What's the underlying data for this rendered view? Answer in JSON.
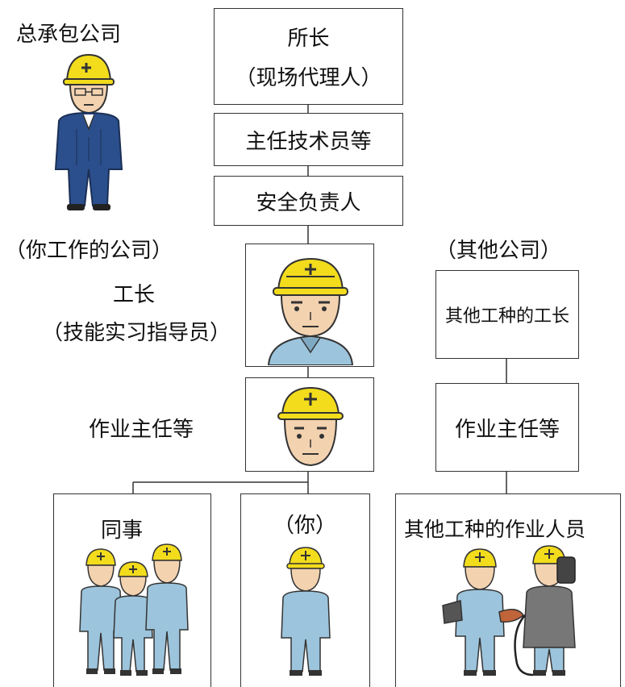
{
  "general_contractor": {
    "label": "总承包公司"
  },
  "chain": {
    "director": {
      "title": "所长",
      "subtitle": "（现场代理人）"
    },
    "chief_engineer": {
      "label": "主任技术员等"
    },
    "safety_officer": {
      "label": "安全负责人"
    }
  },
  "your_company": {
    "label": "（你工作的公司）",
    "foreman": {
      "title": "工长",
      "subtitle": "（技能实习指导员）"
    },
    "supervisor": {
      "label": "作业主任等"
    },
    "coworkers": {
      "label": "同事"
    },
    "you": {
      "label": "（你）"
    }
  },
  "other_company": {
    "label": "（其他公司）",
    "foreman": {
      "label": "其他工种的工长"
    },
    "supervisor": {
      "label": "作业主任等"
    },
    "workers": {
      "label": "其他工种的作业人员"
    }
  },
  "colors": {
    "helmet": "#f2dc1c",
    "uniform": "#9cc4dc",
    "suit": "#2b4f8c",
    "skin": "#f3d2b0",
    "line": "#333333"
  }
}
